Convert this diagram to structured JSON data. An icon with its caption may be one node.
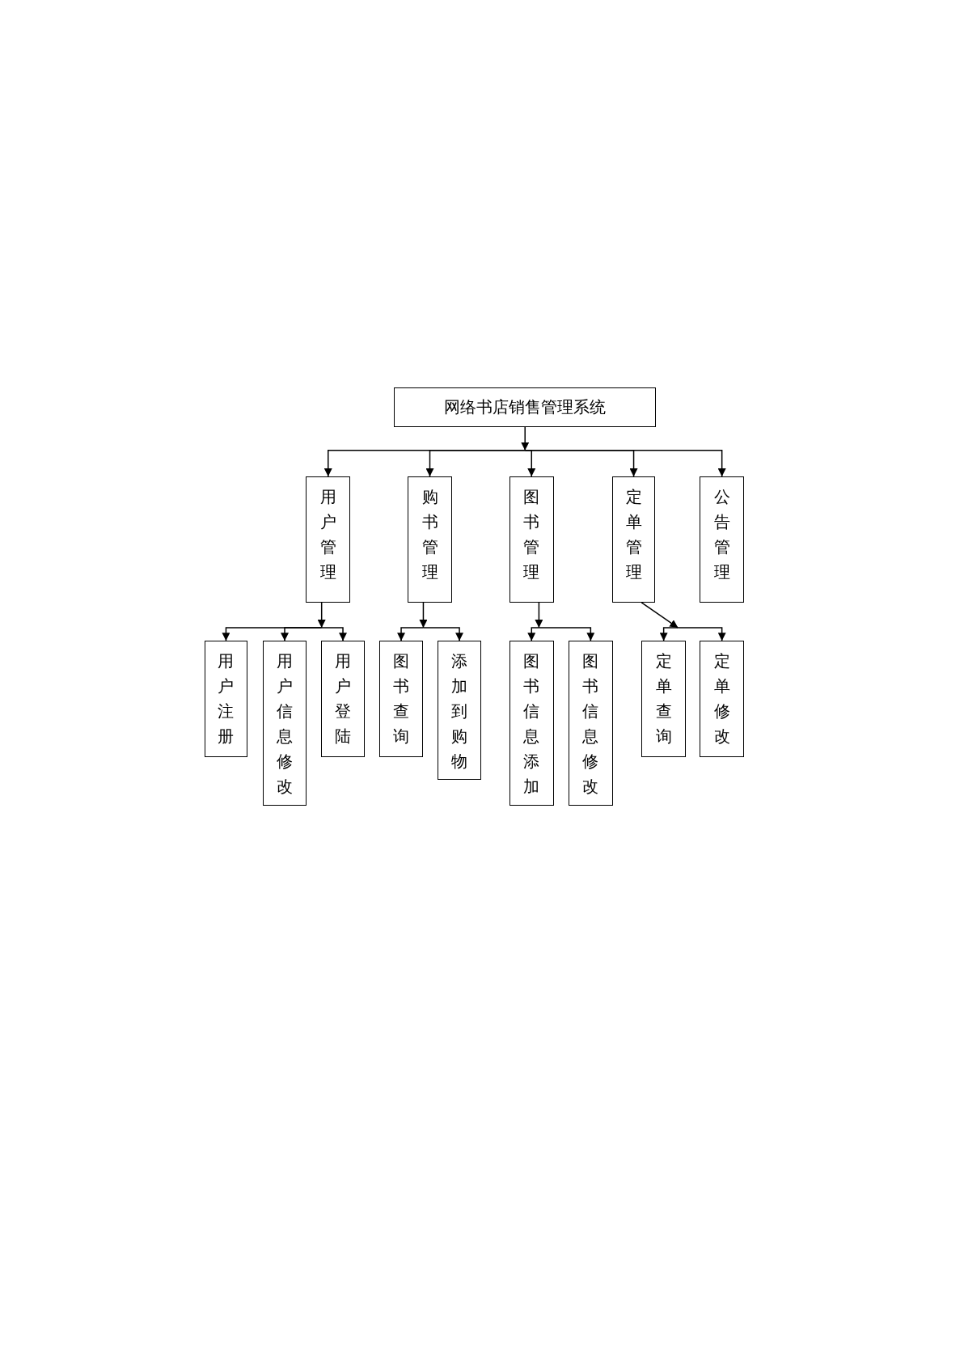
{
  "diagram": {
    "nodes": [
      {
        "text": [
          "网络书店销售管理系统"
        ]
      },
      {
        "text": [
          "用户管理"
        ]
      },
      {
        "text": [
          "购书管理"
        ]
      },
      {
        "text": [
          "图书管理"
        ]
      },
      {
        "text": [
          "定单管理"
        ]
      },
      {
        "text": [
          "公告管理"
        ]
      },
      {
        "text": [
          "用户注册"
        ]
      },
      {
        "text": [
          "用户信息修改"
        ]
      },
      {
        "text": [
          "用户登陆"
        ]
      },
      {
        "text": [
          "图书查询"
        ]
      },
      {
        "text": [
          "添加到购物"
        ]
      },
      {
        "text": [
          "图书信息添加"
        ]
      },
      {
        "text": [
          "图书信息修改"
        ]
      },
      {
        "text": [
          "定单查询"
        ]
      },
      {
        "text": [
          "定单修改"
        ]
      }
    ],
    "edges": [
      {
        "from": 0,
        "to": 1,
        "arrow": "to"
      },
      {
        "from": 0,
        "to": 2,
        "arrow": "to"
      },
      {
        "from": 0,
        "to": 3,
        "arrow": "to"
      },
      {
        "from": 0,
        "to": 4,
        "arrow": "to"
      },
      {
        "from": 0,
        "to": 5,
        "arrow": "to"
      },
      {
        "from": 1,
        "to": 6,
        "arrow": "to"
      },
      {
        "from": 1,
        "to": 7,
        "arrow": "to"
      },
      {
        "from": 1,
        "to": 8,
        "arrow": "to"
      },
      {
        "from": 2,
        "to": 9,
        "arrow": "to"
      },
      {
        "from": 2,
        "to": 10,
        "arrow": "to"
      },
      {
        "from": 3,
        "to": 11,
        "arrow": "to"
      },
      {
        "from": 3,
        "to": 12,
        "arrow": "to"
      },
      {
        "from": 4,
        "to": 13,
        "arrow": "to"
      },
      {
        "from": 4,
        "to": 14,
        "arrow": "to"
      }
    ]
  }
}
